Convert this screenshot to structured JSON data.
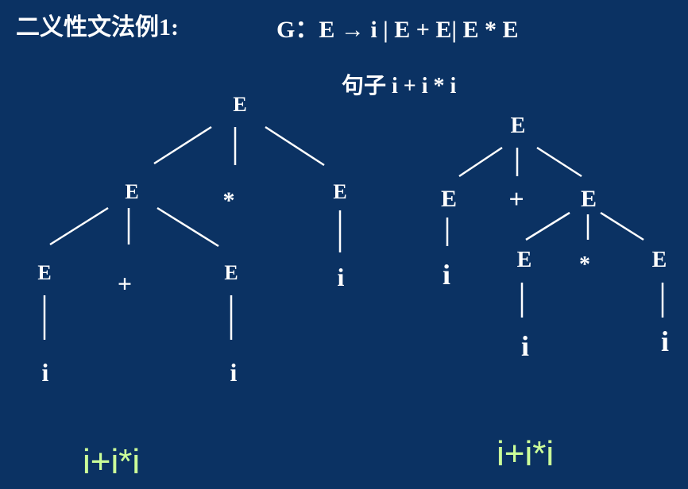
{
  "title": "二义性文法例1:",
  "grammar": "G：E → i | E + E| E * E",
  "sentence": "句子   i + i * i",
  "tree1": {
    "root": "E",
    "nodes": {
      "e_left": "E",
      "op_mul": "*",
      "e_right": "E",
      "e_ll": "E",
      "op_plus": "+",
      "e_lr": "E",
      "i_right": "i",
      "i_ll": "i",
      "i_lr": "i"
    },
    "result": "i+i*i"
  },
  "tree2": {
    "root": "E",
    "nodes": {
      "e_left": "E",
      "op_plus": "+",
      "e_right": "E",
      "i_left": "i",
      "e_rl": "E",
      "op_mul": "*",
      "e_rr": "E",
      "i_rl": "i",
      "i_rr": "i"
    },
    "result": "i+i*i"
  },
  "colors": {
    "background": "#0b3263",
    "text": "#ffffff",
    "result": "#ccff99"
  }
}
